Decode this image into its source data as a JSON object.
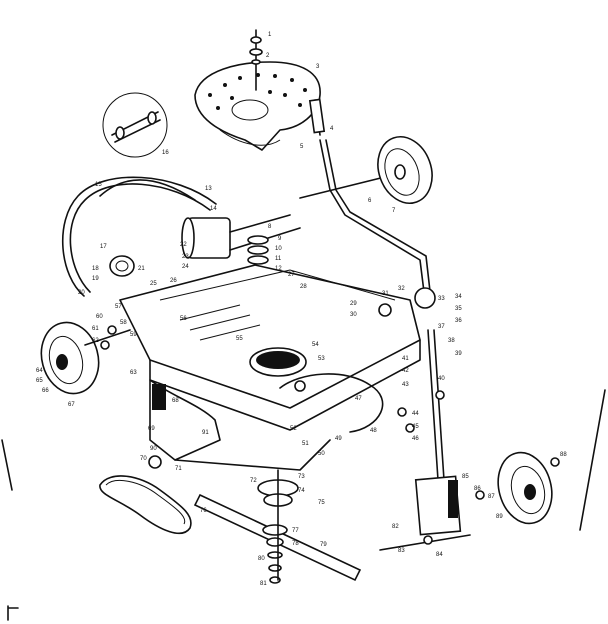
{
  "diagram": {
    "callouts": [
      "1",
      "2",
      "3",
      "4",
      "5",
      "6",
      "7",
      "8",
      "9",
      "10",
      "11",
      "12",
      "13",
      "14",
      "15",
      "16",
      "17",
      "18",
      "19",
      "20",
      "21",
      "22",
      "23",
      "24",
      "25",
      "26",
      "27",
      "28",
      "29",
      "30",
      "31",
      "32",
      "33",
      "34",
      "35",
      "36",
      "37",
      "38",
      "39",
      "40",
      "41",
      "42",
      "43",
      "44",
      "45",
      "46",
      "47",
      "48",
      "49",
      "50",
      "51",
      "52",
      "53",
      "54",
      "55",
      "56",
      "57",
      "58",
      "59",
      "60",
      "61",
      "62",
      "63",
      "64",
      "65",
      "66",
      "67",
      "68",
      "69",
      "70",
      "71",
      "72",
      "73",
      "74",
      "75",
      "76",
      "77",
      "78",
      "79",
      "80",
      "81",
      "82",
      "83",
      "84",
      "85",
      "86",
      "87",
      "88",
      "89",
      "90",
      "91"
    ]
  }
}
